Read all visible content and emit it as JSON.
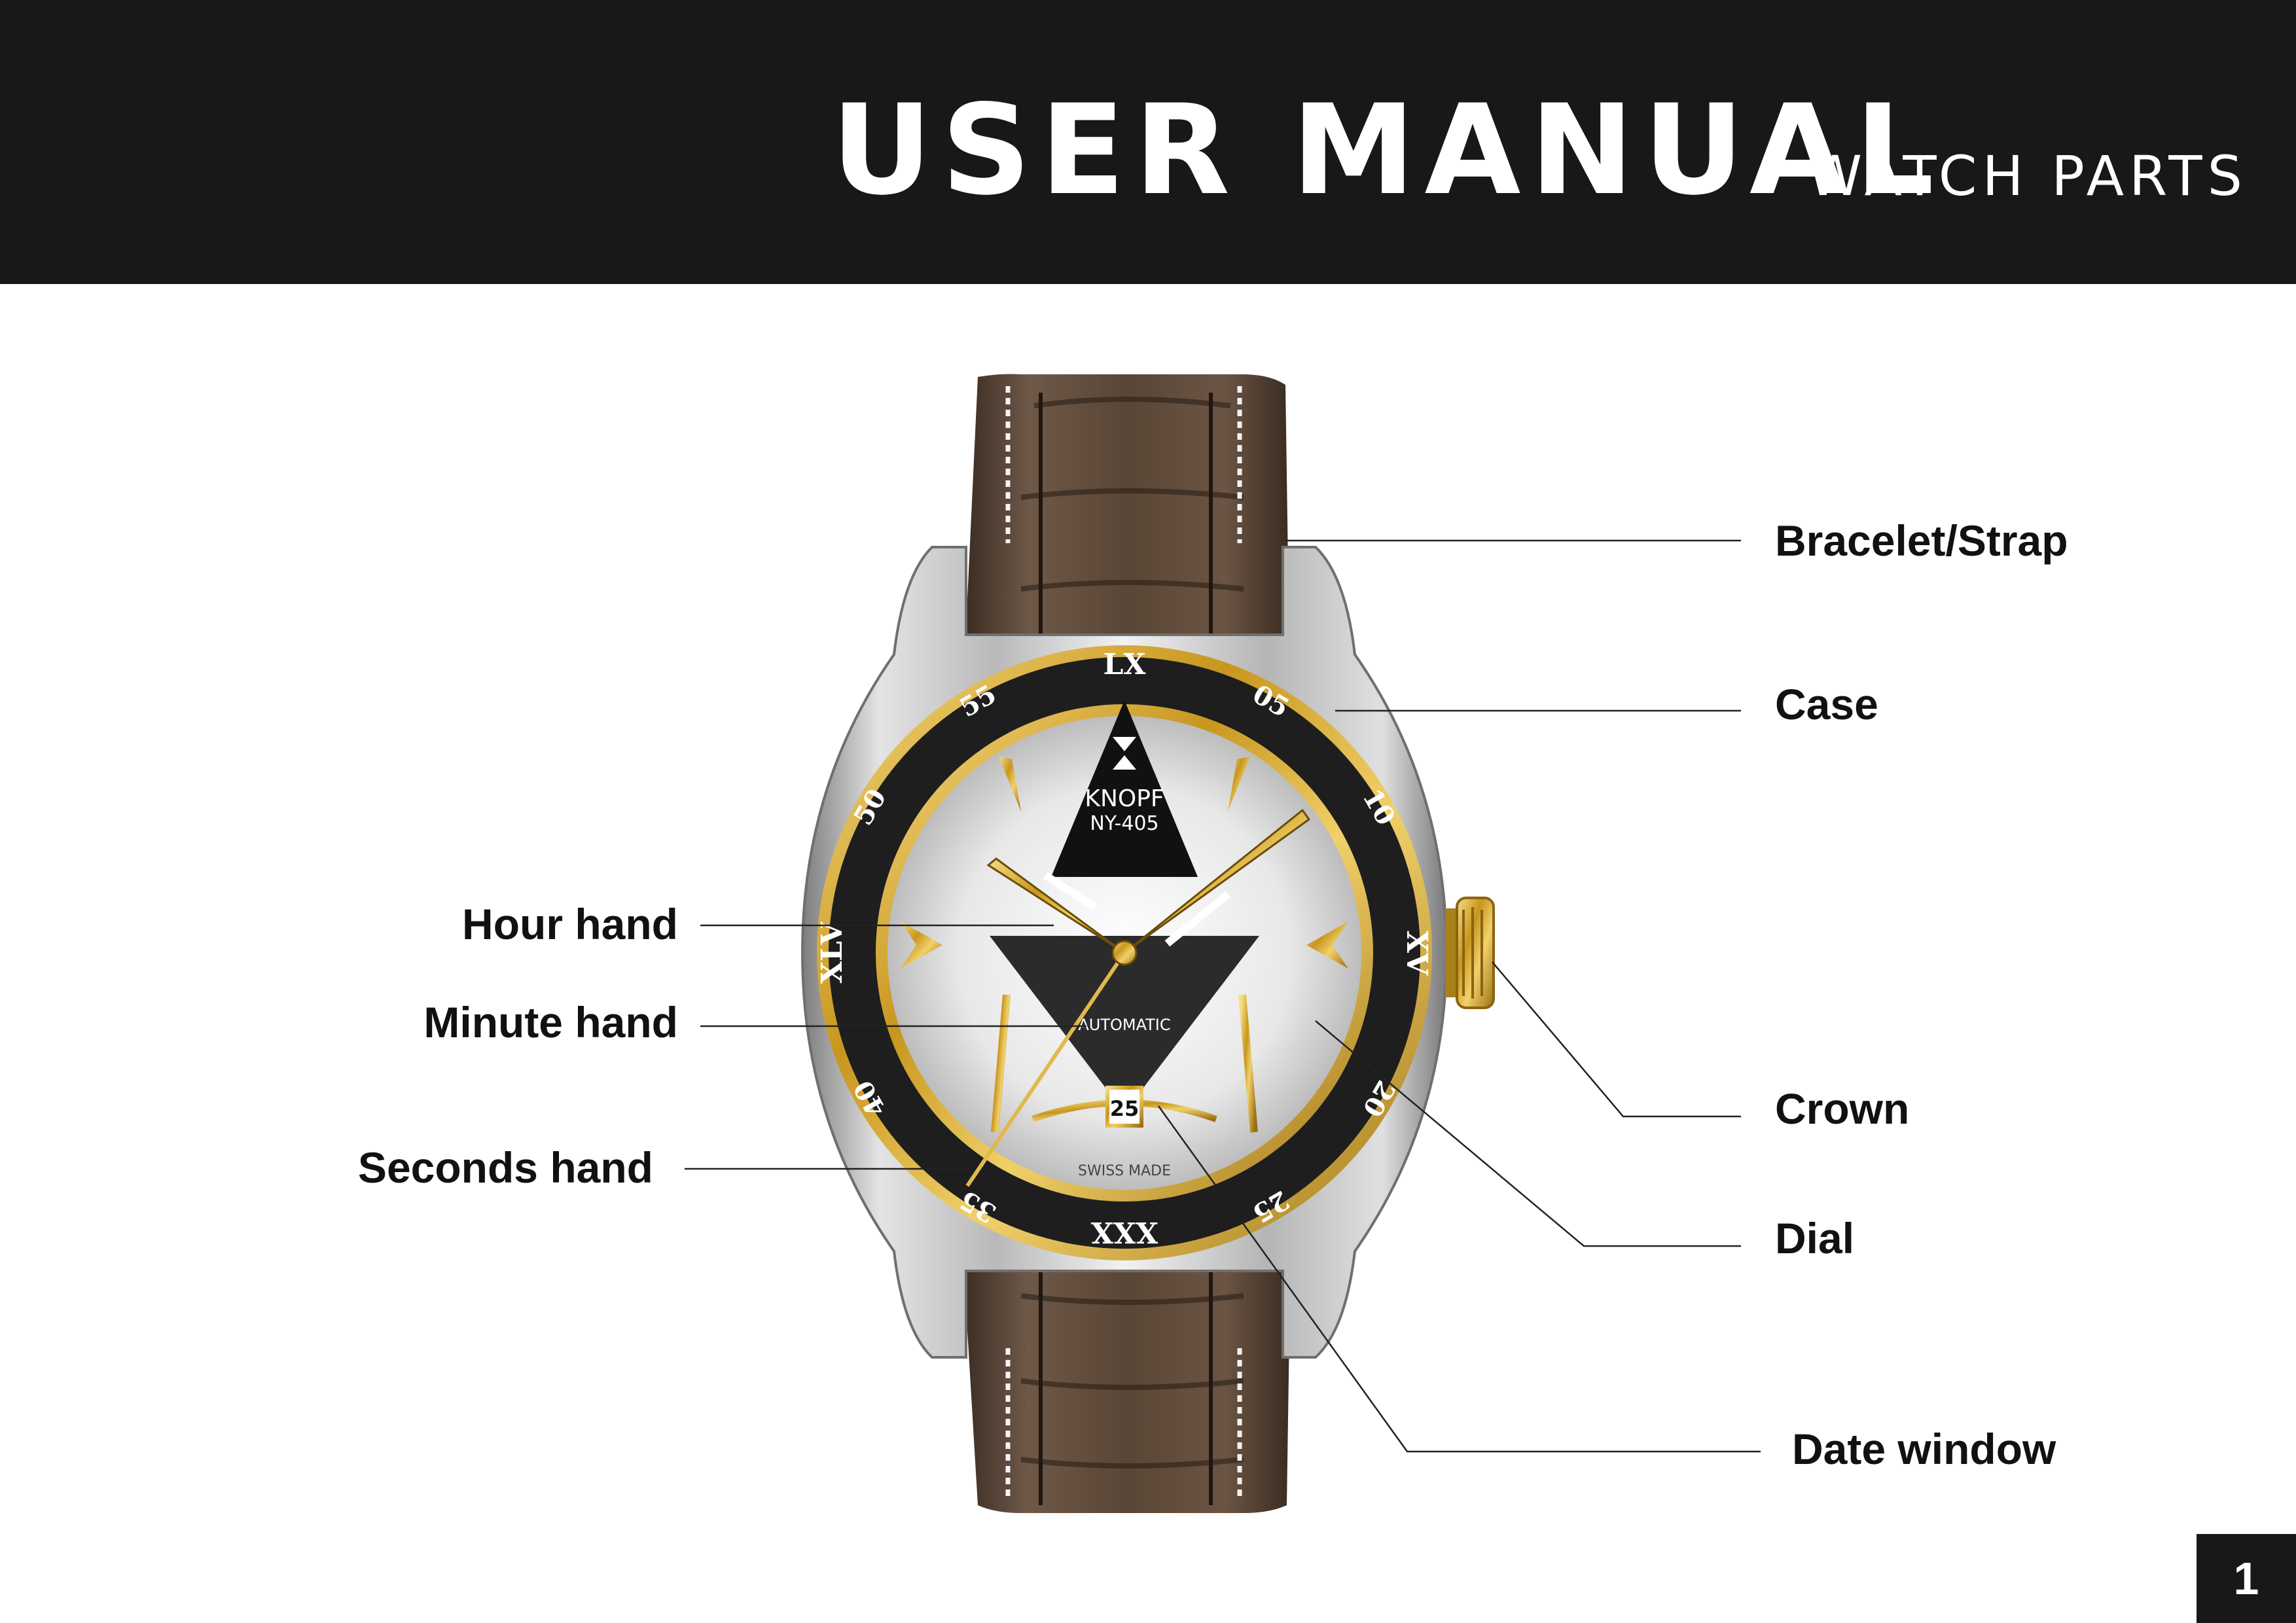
{
  "header": {
    "title": "USER MANUAL",
    "subtitle": "WATCH PARTS"
  },
  "watch": {
    "brand": "KNOPF",
    "model": "NY-405",
    "movement": "AUTOMATIC",
    "origin": "SWISS MADE",
    "date": "25",
    "bezel_markers": [
      "LX",
      "05",
      "10",
      "XV",
      "20",
      "25",
      "XXX",
      "35",
      "40",
      "XLV",
      "50",
      "55"
    ]
  },
  "labels": {
    "bracelet_strap": "Bracelet/Strap",
    "case": "Case",
    "hour_hand": "Hour hand",
    "minute_hand": "Minute hand",
    "seconds_hand": "Seconds hand",
    "crown": "Crown",
    "dial": "Dial",
    "date_window": "Date window"
  },
  "page_number": "1",
  "colors": {
    "header_bg": "#191717",
    "gold": "#d4a52a",
    "strap": "#5e4a3a",
    "bezel": "#1e1e1e",
    "case_steel": "#c9c9c9"
  }
}
